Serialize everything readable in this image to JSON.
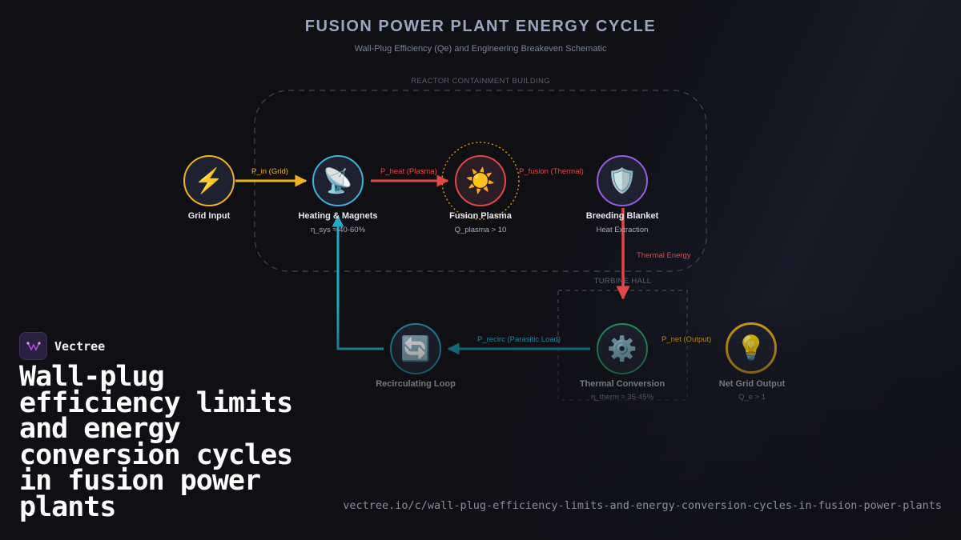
{
  "title": "FUSION POWER PLANT ENERGY CYCLE",
  "subtitle": "Wall-Plug Efficiency (Qe) and Engineering Breakeven Schematic",
  "zones": {
    "reactor": "REACTOR CONTAINMENT BUILDING",
    "turbine": "TURBINE HALL"
  },
  "nodes": {
    "grid_input": {
      "icon": "lightning-icon",
      "glyph": "⚡",
      "label": "Grid Input",
      "sub": ""
    },
    "heating": {
      "icon": "satellite-dish-icon",
      "glyph": "📡",
      "label": "Heating & Magnets",
      "sub": "η_sys ≈ 40-60%"
    },
    "plasma": {
      "icon": "sun-icon",
      "glyph": "☀️",
      "label": "Fusion Plasma",
      "sub": "Q_plasma > 10"
    },
    "blanket": {
      "icon": "shield-icon",
      "glyph": "🛡️",
      "label": "Breeding Blanket",
      "sub": "Heat Extraction"
    },
    "thermal": {
      "icon": "gear-icon",
      "glyph": "⚙️",
      "label": "Thermal Conversion",
      "sub": "η_therm ≈ 35-45%"
    },
    "recirc": {
      "icon": "recycle-arrows-icon",
      "glyph": "🔄",
      "label": "Recirculating Loop",
      "sub": ""
    },
    "output": {
      "icon": "lightbulb-icon",
      "glyph": "💡",
      "label": "Net Grid Output",
      "sub": "Q_e > 1"
    }
  },
  "edges": {
    "p_in": "P_in (Grid)",
    "p_heat": "P_heat (Plasma)",
    "p_fusion": "P_fusion (Thermal)",
    "thermal_energy": "Thermal Energy",
    "p_recirc": "P_recirc (Parasitic Load)",
    "p_net": "P_net (Output)"
  },
  "colors": {
    "grid": "#f0b41e",
    "heating": "#3fb2d8",
    "plasma": "#e04848",
    "blanket": "#9a5ce0",
    "thermal": "#22a060",
    "recirc": "#1e90aa",
    "output": "#e0a81a"
  },
  "brand": {
    "name": "Vectree",
    "logo_icon": "vectree-logo-icon"
  },
  "headline": "Wall-plug efficiency limits and energy conversion cycles in fusion power plants",
  "url": "vectree.io/c/wall-plug-efficiency-limits-and-energy-conversion-cycles-in-fusion-power-plants"
}
